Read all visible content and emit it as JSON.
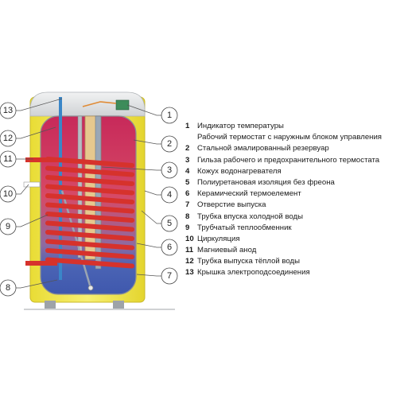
{
  "callouts": {
    "left": [
      "13",
      "12",
      "11",
      "10",
      "9",
      "8"
    ],
    "right": [
      "1",
      "2",
      "3",
      "4",
      "5",
      "6",
      "7"
    ]
  },
  "legend": [
    {
      "num": "1",
      "text": "Индикатор температуры"
    },
    {
      "num": "",
      "text": "Рабочий термостат с наружным блоком управления"
    },
    {
      "num": "2",
      "text": "Стальной эмалированный резервуар"
    },
    {
      "num": "3",
      "text": "Гильза рабочего и предохранительного термостата"
    },
    {
      "num": "4",
      "text": "Кожух водонагревателя"
    },
    {
      "num": "5",
      "text": "Полиуретановая изоляция без фреона"
    },
    {
      "num": "6",
      "text": "Керамический термоелемент"
    },
    {
      "num": "7",
      "text": "Отверстие выпуска"
    },
    {
      "num": "8",
      "text": "Трубка впуска холодной воды"
    },
    {
      "num": "9",
      "text": "Трубчатый теплообменник"
    },
    {
      "num": "10",
      "text": "Циркуляция"
    },
    {
      "num": "11",
      "text": "Магниевый анод"
    },
    {
      "num": "12",
      "text": "Трубка выпуска тёплой воды"
    },
    {
      "num": "13",
      "text": "Крышка электроподсоединения"
    }
  ],
  "colors": {
    "casing": "#f3e84a",
    "hot_water": "#d8365a",
    "cold_water": "#4a63b4",
    "coil": "#d6322c",
    "cover": "#e2e4e6",
    "leader_line": "#555555"
  }
}
